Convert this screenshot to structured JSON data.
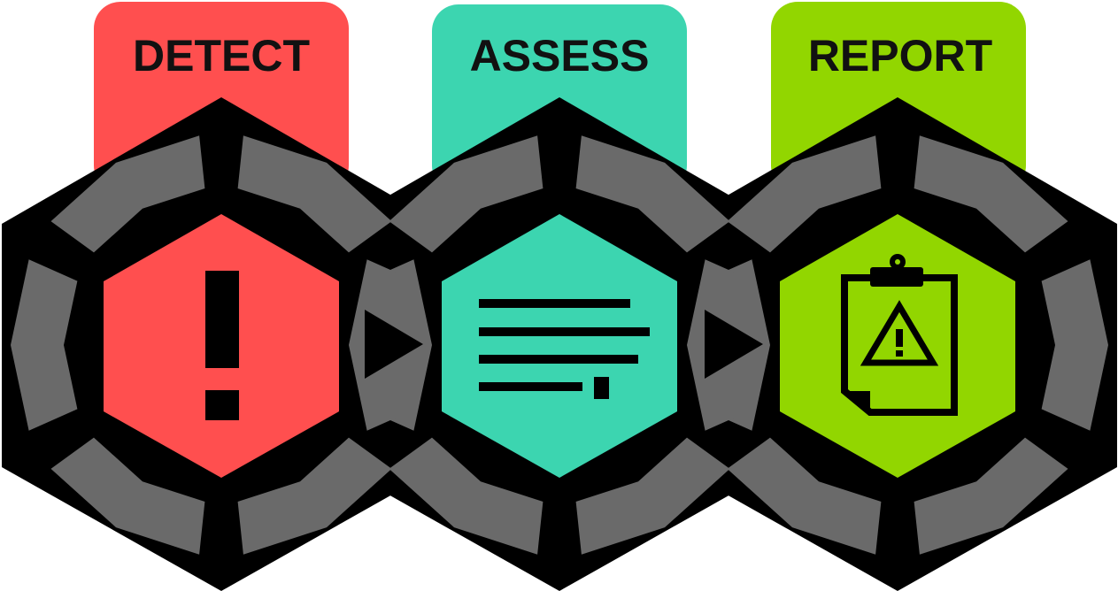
{
  "stages": [
    {
      "id": "detect",
      "label": "DETECT",
      "color": "#ff4f4f",
      "icon": "exclamation-icon"
    },
    {
      "id": "assess",
      "label": "ASSESS",
      "color": "#3cd5b0",
      "icon": "document-lines-icon"
    },
    {
      "id": "report",
      "label": "REPORT",
      "color": "#92d600",
      "icon": "clipboard-warning-icon"
    }
  ],
  "colors": {
    "frame": "#000000",
    "chevron": "#6a6a6a",
    "label_text": "#111111",
    "background": "#ffffff"
  }
}
